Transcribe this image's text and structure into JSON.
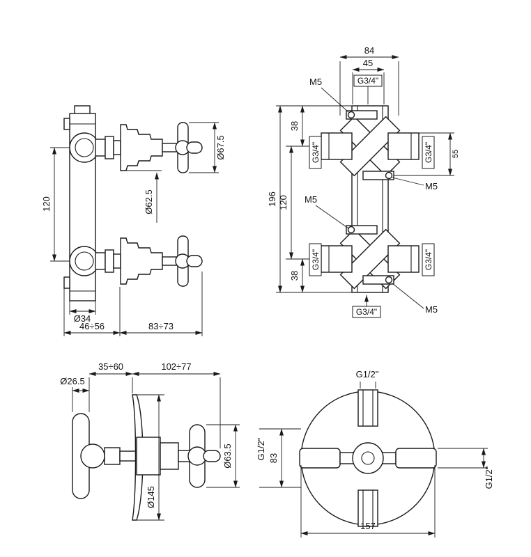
{
  "drawing": {
    "name": "Thermostatic shower mixer dimensional drawing",
    "colors": {
      "line": "#1a1a1a",
      "background": "#ffffff"
    },
    "views": {
      "side": {
        "d120": "120",
        "d67_5": "Ø67.5",
        "d62_5": "Ø62.5",
        "d34": "Ø34",
        "d46_56": "46÷56",
        "d83_73": "83÷73"
      },
      "front": {
        "d84": "84",
        "d45": "45",
        "g34_top": "G3/4\"",
        "m5_top": "M5",
        "d38_top": "38",
        "d196": "196",
        "d120": "120",
        "m5_mid": "M5",
        "d38_bot": "38",
        "g34_left_top": "G3/4\"",
        "g34_left_bot": "G3/4\"",
        "g34_right_top": "G3/4\"",
        "g34_right_bot": "G3/4\"",
        "g34_bottom": "G3/4\"",
        "d55": "55",
        "m5_right": "M5",
        "m5_bot": "M5"
      },
      "valve_side": {
        "d35_60": "35÷60",
        "d102_77": "102÷77",
        "d26_5": "Ø26.5",
        "d63_5": "Ø63.5",
        "d145": "Ø145"
      },
      "valve_front": {
        "g12_top": "G1/2\"",
        "g12_left": "G1/2\"",
        "d83": "83",
        "g12_right": "G1/2\"",
        "d157": "157"
      }
    }
  }
}
